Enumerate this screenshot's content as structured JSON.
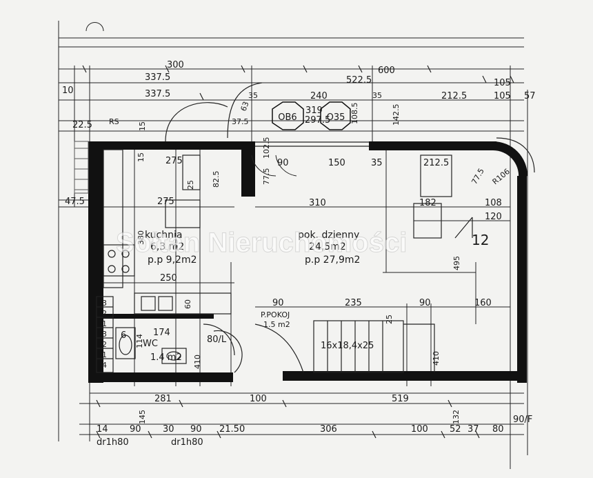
{
  "top_dims": {
    "d300": "300",
    "d337a": "337.5",
    "d337b": "337.5",
    "d600": "600",
    "d5225": "522.5",
    "d240": "240",
    "d35a": "35",
    "d35b": "35",
    "d319": "319",
    "d2975": "297.5",
    "d1085": "108.5",
    "d1425": "142.5",
    "d2125": "212.5",
    "d105a": "105",
    "d105b": "105",
    "d57": "57",
    "d10": "10",
    "d225": "22.5",
    "rs": "RS",
    "d15": "15",
    "d375": "37.5",
    "d63": "63",
    "d1025": "102.5"
  },
  "fixtures": {
    "ob6": "OB6",
    "o35": "O35"
  },
  "kitchen_dims": {
    "d275a": "275",
    "d275b": "275",
    "d825": "82.5",
    "d25": "25",
    "d15b": "15",
    "d380": "380",
    "d250": "250",
    "d60": "60",
    "d475": "47.5"
  },
  "living_dims": {
    "d775": "77.5",
    "d90": "90",
    "d150": "150",
    "d35c": "35",
    "d2125b": "212.5",
    "d775b": "77.5",
    "r106": "R106",
    "d310": "310",
    "d182": "182",
    "d108": "108",
    "d120": "120",
    "d495": "495",
    "d12": "12"
  },
  "rooms": {
    "kitchen_name": "kuchnia",
    "kitchen_area": "6,3 m2",
    "kitchen_pp": "p.p 9,2m2",
    "living_name": "pok. dzienny",
    "living_area": "24,5m2",
    "living_pp": "p.p 27,9m2",
    "stair_pp": "P.POKOJ",
    "stair_area": "1.5 m2",
    "wc_name": "WC",
    "wc_area": "1.4 m2",
    "stairs": "16x18,4x25"
  },
  "wc_dims": {
    "d174": "174",
    "d6": "6",
    "d114": "114",
    "d410a": "410",
    "d80L": "80/L",
    "d410b": "410"
  },
  "stair_dims": {
    "d90a": "90",
    "d235": "235",
    "d90b": "90",
    "d160": "160",
    "d25b": "25",
    "steps_left": [
      "3",
      "2",
      "1",
      "3",
      "2",
      "1",
      "4"
    ]
  },
  "bottom_dims": {
    "d281": "281",
    "d145": "145",
    "d100a": "100",
    "d519": "519",
    "d132": "132",
    "d14": "14",
    "d90a": "90",
    "d30": "30",
    "d90b": "90",
    "d2150": "21.50",
    "d306": "306",
    "d100b": "100",
    "d52": "52",
    "d37": "37",
    "d80": "80",
    "d90F": "90/F",
    "door1": "dr1h80",
    "door2": "dr1h80"
  },
  "watermark": "Sołtan Nieruchomości",
  "colors": {
    "ink": "#1a1a1a",
    "wall": "#111111",
    "paper": "#f3f3f1"
  }
}
